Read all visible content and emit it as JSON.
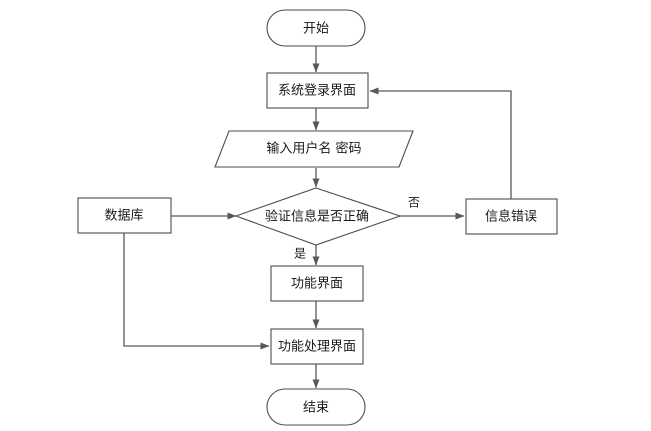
{
  "diagram": {
    "type": "flowchart",
    "orientation": "top-to-bottom",
    "background_color": "#ffffff",
    "node_fill_color": "#ffffff",
    "node_stroke_color": "#4d4d4d",
    "edge_color": "#595959",
    "text_color": "#1a1a1a",
    "nodes": [
      {
        "id": "start",
        "shape": "terminator",
        "label": "开始"
      },
      {
        "id": "login",
        "shape": "process",
        "label": "系统登录界面"
      },
      {
        "id": "input",
        "shape": "parallelogram",
        "label": "输入用户名 密码"
      },
      {
        "id": "database",
        "shape": "process",
        "label": "数据库"
      },
      {
        "id": "verify",
        "shape": "decision",
        "label": "验证信息是否正确"
      },
      {
        "id": "error",
        "shape": "process",
        "label": "信息错误"
      },
      {
        "id": "function",
        "shape": "process",
        "label": "功能界面"
      },
      {
        "id": "functionproc",
        "shape": "process",
        "label": "功能处理界面"
      },
      {
        "id": "end",
        "shape": "terminator",
        "label": "结束"
      }
    ],
    "edges": [
      {
        "id": "e-start-login",
        "from": "start",
        "to": "login",
        "label": ""
      },
      {
        "id": "e-login-input",
        "from": "login",
        "to": "input",
        "label": ""
      },
      {
        "id": "e-input-verify",
        "from": "input",
        "to": "verify",
        "label": ""
      },
      {
        "id": "e-database-verify",
        "from": "database",
        "to": "verify",
        "label": ""
      },
      {
        "id": "e-verify-function",
        "from": "verify",
        "to": "function",
        "label": "是"
      },
      {
        "id": "e-verify-error",
        "from": "verify",
        "to": "error",
        "label": "否"
      },
      {
        "id": "e-error-login",
        "from": "error",
        "to": "login",
        "label": ""
      },
      {
        "id": "e-function-proc",
        "from": "function",
        "to": "functionproc",
        "label": ""
      },
      {
        "id": "e-database-proc",
        "from": "database",
        "to": "functionproc",
        "label": ""
      },
      {
        "id": "e-proc-end",
        "from": "functionproc",
        "to": "end",
        "label": ""
      }
    ],
    "edge_labels": {
      "yes": "是",
      "no": "否"
    }
  }
}
